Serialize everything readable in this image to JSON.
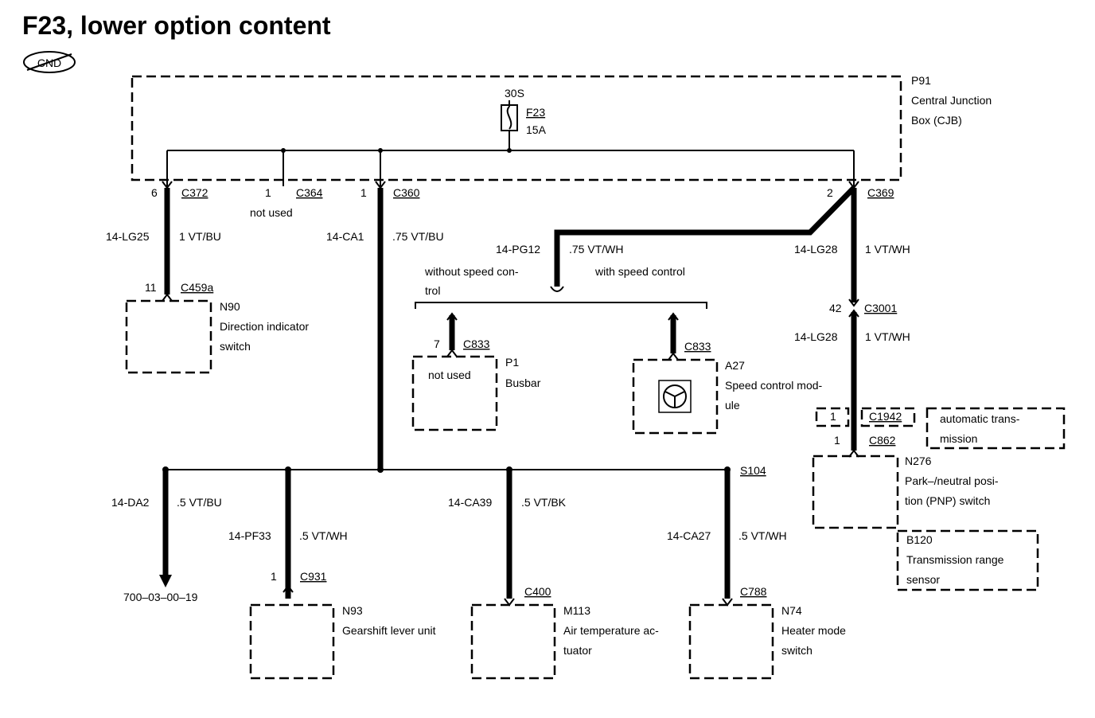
{
  "title": "F23, lower option content",
  "badge": "CND",
  "cjb": {
    "id": "P91",
    "line1": "Central Junction",
    "line2": "Box (CJB)"
  },
  "fuse": {
    "supply": "30S",
    "id": "F23",
    "rating": "15A"
  },
  "conn": {
    "c372": {
      "pin": "6",
      "name": "C372"
    },
    "c364": {
      "pin": "1",
      "name": "C364",
      "note": "not used"
    },
    "c360": {
      "pin": "1",
      "name": "C360"
    },
    "c369": {
      "pin": "2",
      "name": "C369"
    },
    "c459a": {
      "pin": "11",
      "name": "C459a"
    },
    "c833a": {
      "pin": "7",
      "name": "C833"
    },
    "c833b": {
      "name": "C833"
    },
    "c3001": {
      "pin": "42",
      "name": "C3001"
    },
    "c1942": {
      "pin": "1",
      "name": "C1942"
    },
    "c862": {
      "pin": "1",
      "name": "C862"
    },
    "s104": {
      "name": "S104"
    },
    "c931": {
      "pin": "1",
      "name": "C931"
    },
    "c400": {
      "name": "C400"
    },
    "c788": {
      "name": "C788"
    }
  },
  "wires": {
    "lg25": {
      "code": "14-LG25",
      "color": "1 VT/BU"
    },
    "ca1": {
      "code": "14-CA1",
      "color": ".75 VT/BU"
    },
    "pg12": {
      "code": "14-PG12",
      "color": ".75 VT/WH"
    },
    "lg28a": {
      "code": "14-LG28",
      "color": "1 VT/WH"
    },
    "lg28b": {
      "code": "14-LG28",
      "color": "1 VT/WH"
    },
    "da2": {
      "code": "14-DA2",
      "color": ".5 VT/BU"
    },
    "pf33": {
      "code": "14-PF33",
      "color": ".5 VT/WH"
    },
    "ca39": {
      "code": "14-CA39",
      "color": ".5 VT/BK"
    },
    "ca27": {
      "code": "14-CA27",
      "color": ".5 VT/WH"
    }
  },
  "options": {
    "without1": "without speed con-",
    "without2": "trol",
    "with": "with speed control"
  },
  "components": {
    "n90": {
      "id": "N90",
      "line1": "Direction indicator",
      "line2": "switch"
    },
    "p1": {
      "id": "P1",
      "name": "Busbar",
      "inner": "not used"
    },
    "a27": {
      "id": "A27",
      "line1": "Speed control mod-",
      "line2": "ule"
    },
    "autotrans": {
      "line1": "automatic trans-",
      "line2": "mission"
    },
    "n276": {
      "id": "N276",
      "line1": "Park–/neutral posi-",
      "line2": "tion (PNP) switch"
    },
    "b120": {
      "id": "B120",
      "line1": "Transmission range",
      "line2": "sensor"
    },
    "n93": {
      "id": "N93",
      "name": "Gearshift lever unit"
    },
    "m113": {
      "id": "M113",
      "line1": "Air temperature ac-",
      "line2": "tuator"
    },
    "n74": {
      "id": "N74",
      "line1": "Heater mode",
      "line2": "switch"
    }
  },
  "reference": "700–03–00–19"
}
